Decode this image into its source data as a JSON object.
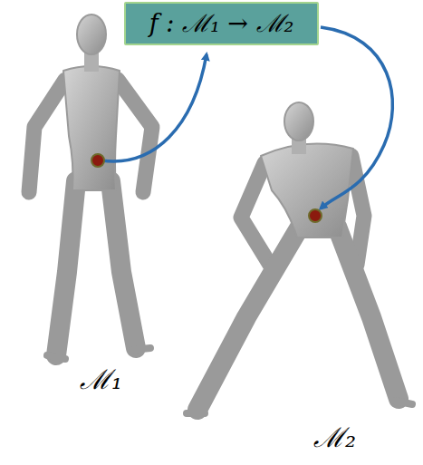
{
  "diagram": {
    "nodes": [
      {
        "text": [
          "f : ℳ₁ → ℳ₂"
        ]
      }
    ],
    "labels": [
      "ℳ₁",
      "ℳ₂"
    ]
  }
}
